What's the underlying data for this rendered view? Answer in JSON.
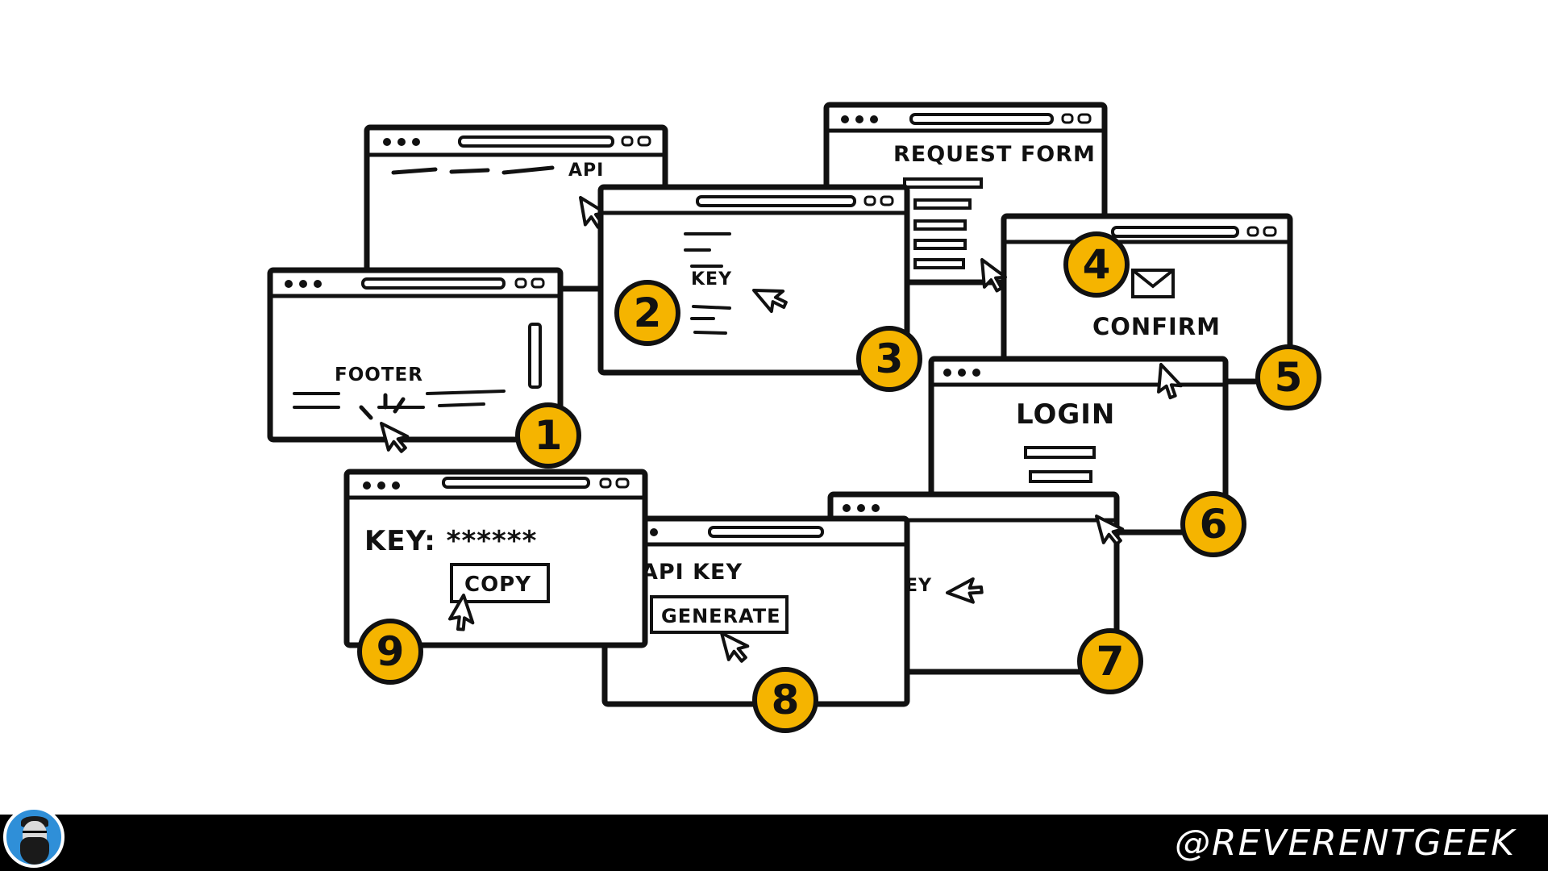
{
  "colors": {
    "badge": "#F5B400",
    "ink": "#111111",
    "background": "#FFFFFF",
    "footer": "#000000",
    "avatar": "#2F8FD8"
  },
  "steps": [
    {
      "number": "1",
      "label": "FOOTER",
      "icon": "pointer-click-icon"
    },
    {
      "number": "2",
      "label": "API",
      "icon": "pointer-icon"
    },
    {
      "number": "3",
      "label": "KEY",
      "icon": "pointer-icon"
    },
    {
      "number": "4",
      "label": "REQUEST FORM",
      "icon": "pointer-icon"
    },
    {
      "number": "5",
      "label": "CONFIRM",
      "icon": "envelope-icon"
    },
    {
      "number": "6",
      "label": "LOGIN",
      "icon": "pointer-icon"
    },
    {
      "number": "7",
      "label": "API KEY",
      "icon": "pointer-icon"
    },
    {
      "number": "8",
      "label": "API KEY",
      "button": "GENERATE",
      "icon": "pointer-icon"
    },
    {
      "number": "9",
      "label": "KEY: ******",
      "button": "COPY",
      "icon": "pointer-icon"
    }
  ],
  "footer": {
    "handle": "@REVERENTGEEK",
    "avatar_icon": "bearded-man-avatar-icon"
  }
}
